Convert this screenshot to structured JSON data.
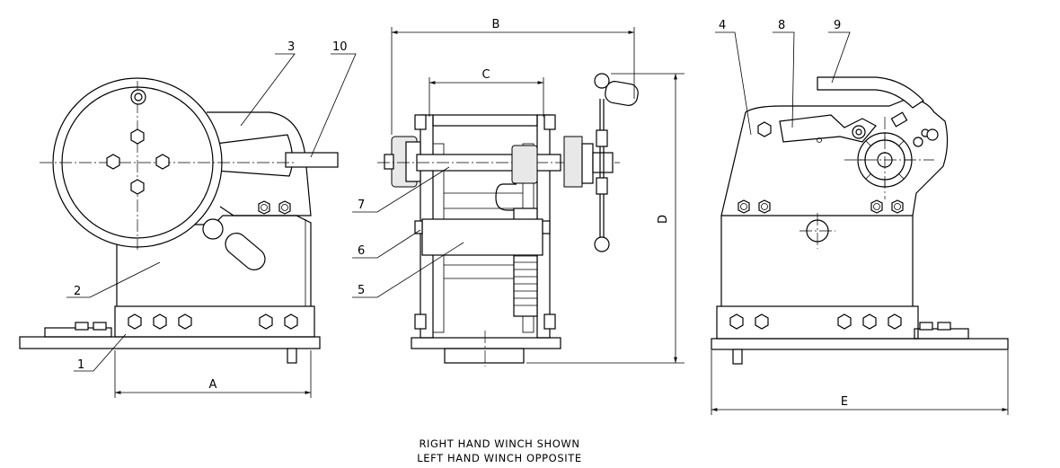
{
  "part_labels": [
    "1",
    "2",
    "3",
    "4",
    "5",
    "6",
    "7",
    "8",
    "9",
    "10"
  ],
  "dimensions": {
    "a": "A",
    "b": "B",
    "c": "C",
    "d": "D",
    "e": "E"
  },
  "notes": [
    "RIGHT HAND WINCH SHOWN",
    "LEFT HAND WINCH OPPOSITE"
  ]
}
